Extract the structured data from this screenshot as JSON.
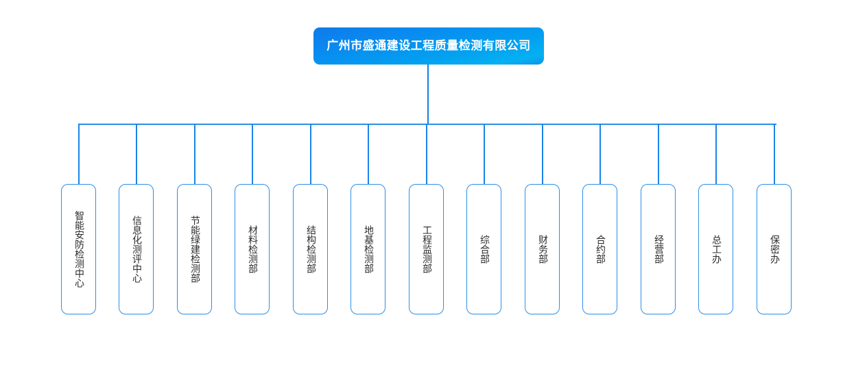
{
  "chart": {
    "type": "org-chart",
    "root": {
      "label": "广州市盛通建设工程质量检测有限公司",
      "text_color": "#ffffff",
      "gradient_from": "#0e7ae8",
      "gradient_to": "#04b0f2"
    },
    "connector_color": "#2a8fe8",
    "node_border_color": "#2a8fe8",
    "node_text_color": "#2b2b2b",
    "background": "#ffffff",
    "nodes": [
      {
        "label": "智能安防检测中心"
      },
      {
        "label": "信息化测评中心"
      },
      {
        "label": "节能绿建检测部"
      },
      {
        "label": "材料检测部"
      },
      {
        "label": "结构检测部"
      },
      {
        "label": "地基检测部"
      },
      {
        "label": "工程监测部"
      },
      {
        "label": "综合部"
      },
      {
        "label": "财务部"
      },
      {
        "label": "合约部"
      },
      {
        "label": "经营部"
      },
      {
        "label": "总工办"
      },
      {
        "label": "保密办"
      }
    ]
  }
}
